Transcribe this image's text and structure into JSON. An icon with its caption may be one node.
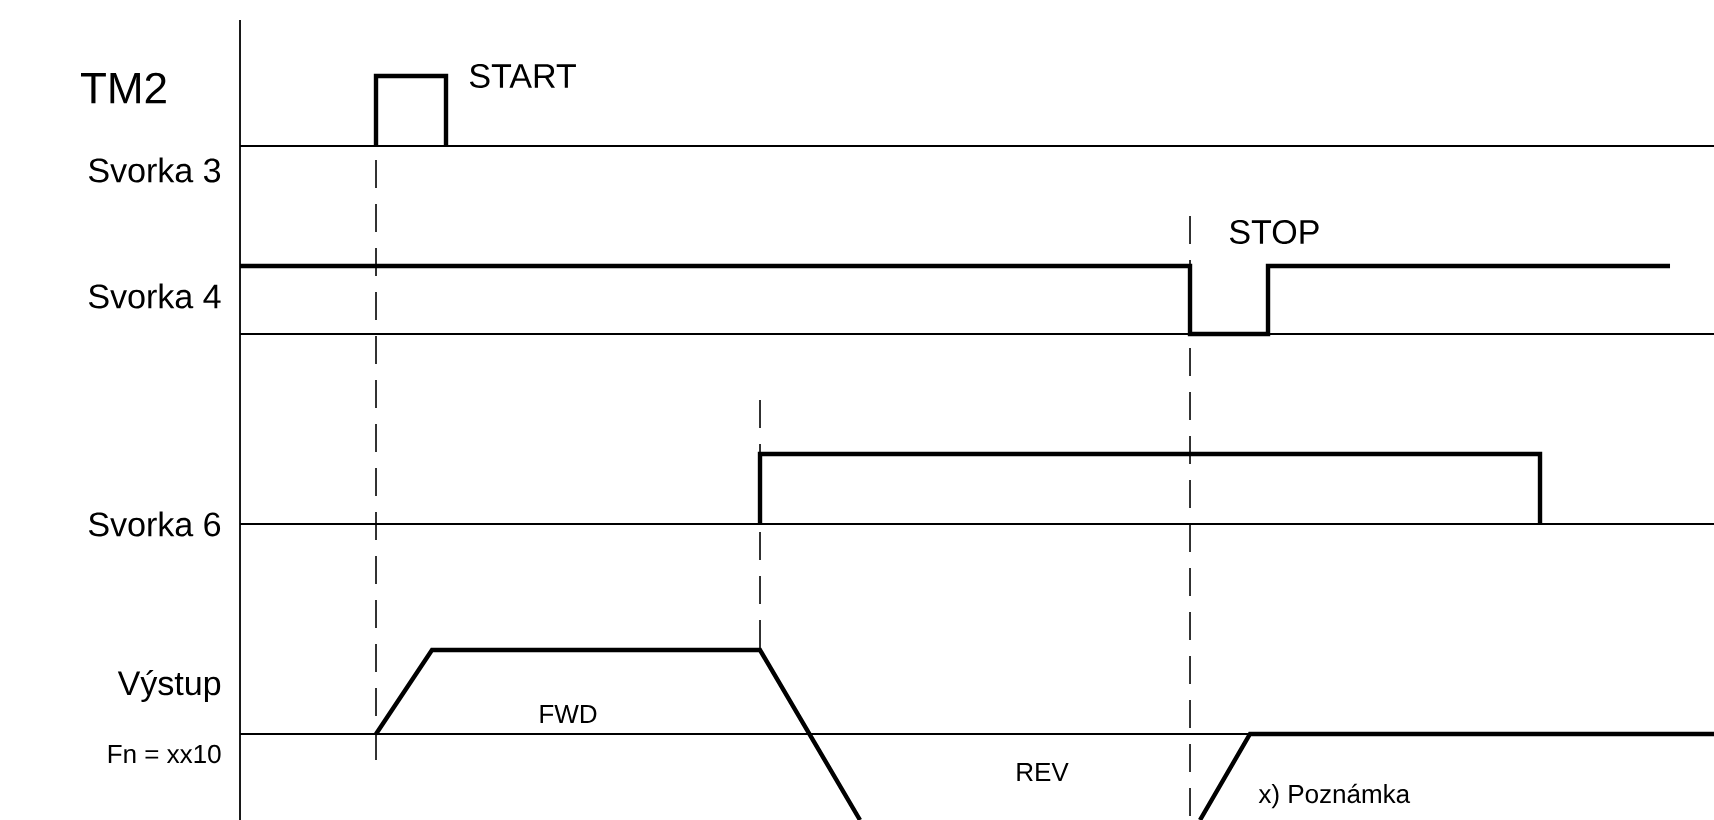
{
  "diagram": {
    "labels": [
      "TM2",
      "START",
      "Svorka 3",
      "STOP",
      "Svorka 4",
      "Svorka 6",
      "Výstup",
      "Fn = xx10",
      "FWD",
      "REV",
      "x)  Poznámka"
    ]
  }
}
